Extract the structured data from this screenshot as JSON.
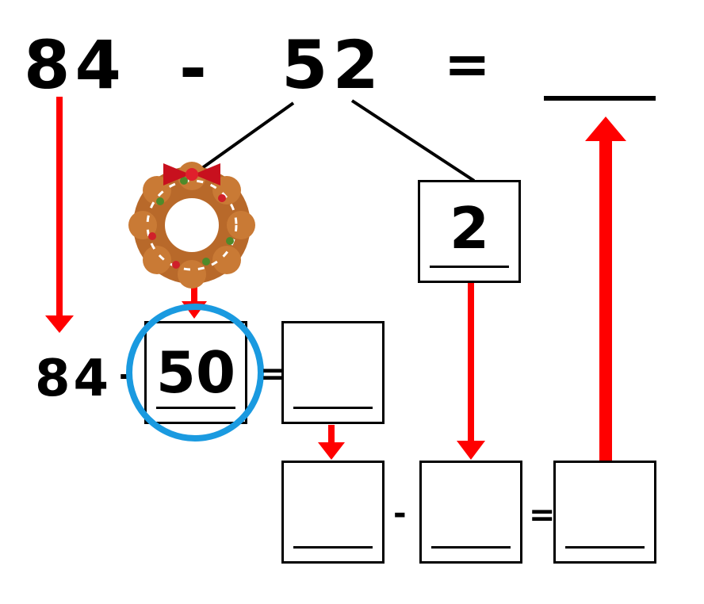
{
  "equation": {
    "minuend": "84",
    "operator": "-",
    "subtrahend": "52",
    "equals": "="
  },
  "split": {
    "tens_value": "50",
    "ones_value": "2"
  },
  "step1": {
    "left": "84",
    "operator": "-",
    "equals": "="
  },
  "step2": {
    "operator": "-",
    "equals": "="
  },
  "colors": {
    "arrow": "#ff0000",
    "circle": "#1a9ae0",
    "ink": "#000000"
  },
  "icons": {
    "decoration": "gingerbread-wreath-icon"
  }
}
